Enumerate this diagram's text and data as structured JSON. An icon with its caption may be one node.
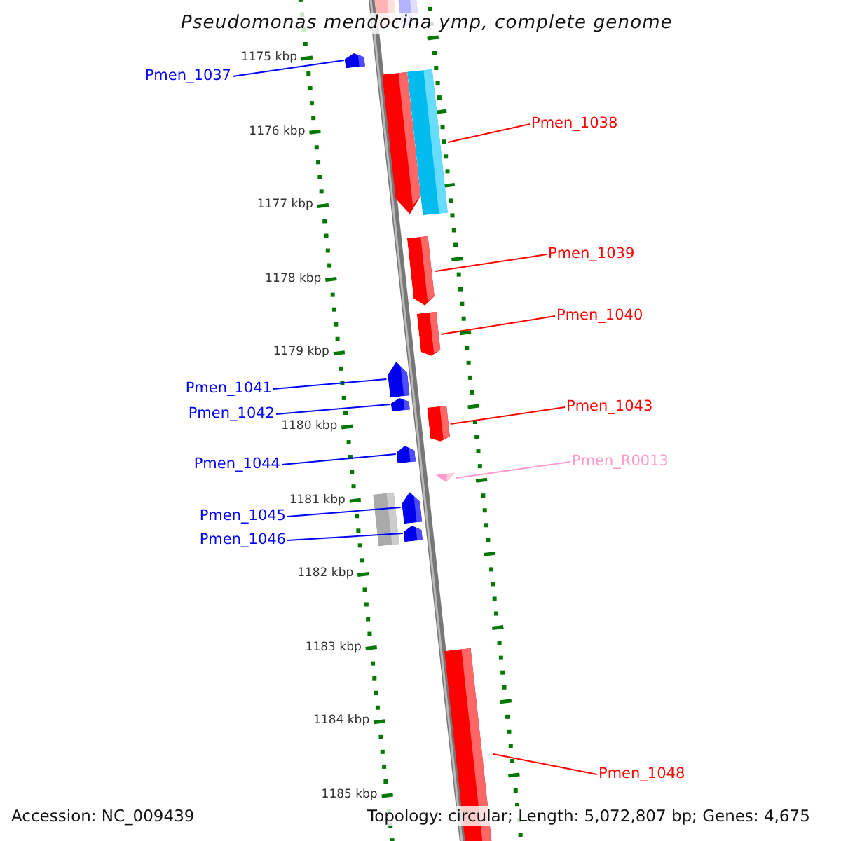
{
  "diagram": {
    "title": "Pseudomonas mendocina ymp, complete genome",
    "nodes": [
      {
        "text": [
          "Pmen_1037"
        ]
      },
      {
        "text": [
          "Pmen_1038"
        ]
      },
      {
        "text": [
          "Pmen_1039"
        ]
      },
      {
        "text": [
          "Pmen_1040"
        ]
      },
      {
        "text": [
          "Pmen_1041"
        ]
      },
      {
        "text": [
          "Pmen_1042"
        ]
      },
      {
        "text": [
          "Pmen_1043"
        ]
      },
      {
        "text": [
          "Pmen_1044"
        ]
      },
      {
        "text": [
          "Pmen_R0013"
        ]
      },
      {
        "text": [
          "Pmen_1045"
        ]
      },
      {
        "text": [
          "Pmen_1046"
        ]
      },
      {
        "text": [
          "Pmen_1048"
        ]
      },
      {
        "text": [],
        "shape": "bar"
      },
      {
        "text": [],
        "shape": "bar"
      },
      {
        "text": [],
        "shape": "arrow"
      },
      {
        "text": [],
        "shape": "arrow"
      },
      {
        "text": [],
        "shape": "bar"
      },
      {
        "text": [],
        "shape": "arrow"
      },
      {
        "text": [],
        "shape": "arrow"
      },
      {
        "text": [],
        "shape": "arrow"
      },
      {
        "text": [],
        "shape": "arrow"
      },
      {
        "text": [],
        "shape": "arrow"
      },
      {
        "text": [],
        "shape": "arrow"
      },
      {
        "text": [],
        "shape": "triangle"
      },
      {
        "text": [],
        "shape": "bar"
      },
      {
        "text": [],
        "shape": "arrow"
      },
      {
        "text": [],
        "shape": "arrow"
      },
      {
        "text": [],
        "shape": "bar"
      }
    ],
    "edges": [
      {
        "from": 0,
        "to": 14,
        "arrow": "none",
        "color": "#0000ff"
      },
      {
        "from": 1,
        "to": 16,
        "arrow": "none",
        "color": "#ff0000"
      },
      {
        "from": 2,
        "to": 17,
        "arrow": "none",
        "color": "#ff0000"
      },
      {
        "from": 3,
        "to": 18,
        "arrow": "none",
        "color": "#ff0000"
      },
      {
        "from": 4,
        "to": 19,
        "arrow": "none",
        "color": "#0000ff"
      },
      {
        "from": 5,
        "to": 20,
        "arrow": "none",
        "color": "#0000ff"
      },
      {
        "from": 6,
        "to": 21,
        "arrow": "none",
        "color": "#ff0000"
      },
      {
        "from": 7,
        "to": 22,
        "arrow": "none",
        "color": "#0000ff"
      },
      {
        "from": 8,
        "to": 23,
        "arrow": "none",
        "color": "#ff99cc"
      },
      {
        "from": 9,
        "to": 25,
        "arrow": "none",
        "color": "#0000ff"
      },
      {
        "from": 10,
        "to": 26,
        "arrow": "none",
        "color": "#0000ff"
      },
      {
        "from": 11,
        "to": 27,
        "arrow": "none",
        "color": "#ff0000"
      }
    ],
    "labels": [
      "1175 kbp",
      "1176 kbp",
      "1177 kbp",
      "1178 kbp",
      "1179 kbp",
      "1180 kbp",
      "1181 kbp",
      "1182 kbp",
      "1183 kbp",
      "1184 kbp",
      "1185 kbp",
      "Accession: NC_009439",
      "Topology: circular; Length: 5,072,807 bp; Genes: 4,675"
    ]
  }
}
